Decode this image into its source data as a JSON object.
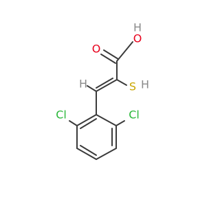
{
  "molecule": {
    "atoms": {
      "o_carbonyl": "O",
      "o_hydroxyl": "O",
      "h_hydroxyl": "H",
      "sulfur": "S",
      "h_thiol": "H",
      "h_vinyl": "H",
      "cl_left": "Cl",
      "cl_right": "Cl"
    }
  },
  "colors": {
    "bond": "#3a3a3a",
    "oxygen": "#e8001c",
    "sulfur": "#c9a600",
    "chlorine": "#2bb83a",
    "hydrogen": "#8a8a8a"
  }
}
